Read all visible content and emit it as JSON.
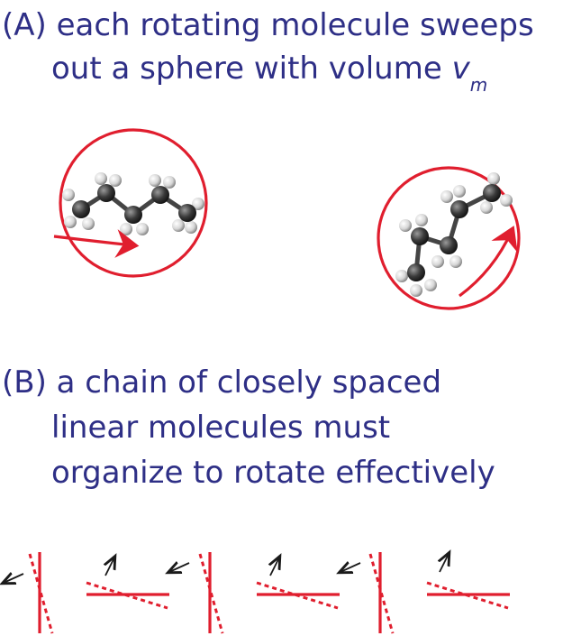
{
  "panel_a": {
    "line1": "(A) each rotating molecule sweeps",
    "line2_prefix": "out a sphere with volume ",
    "var_main": "v",
    "var_sub": "m"
  },
  "panel_b": {
    "line1": "(B) a chain of closely spaced",
    "line2": "linear molecules must",
    "line3": "organize to rotate effectively"
  },
  "colors": {
    "text": "#2e2f86",
    "sphere": "#e01e2e",
    "carbon": "#3a3a3a",
    "hydrogen": "#e6e6e6",
    "arrow": "#1a1a1a"
  }
}
